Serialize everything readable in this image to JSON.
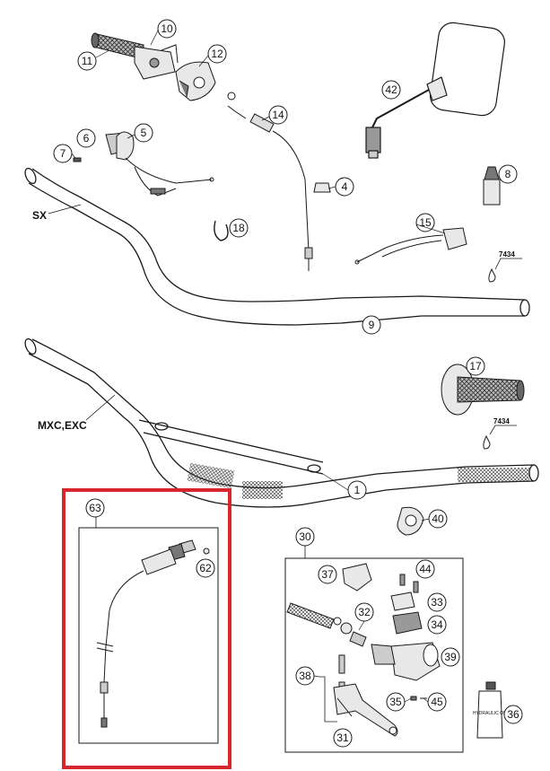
{
  "colors": {
    "line": "#1a1a1a",
    "highlight": "#d7262e",
    "part_fill": "#e8e8e8",
    "dark_fill": "#555555"
  },
  "labels": {
    "sx": "SX",
    "mxc_exc": "MXC,EXC",
    "ref_7434_top": "7434",
    "ref_7434_bottom": "7434",
    "hydraulic_oil": "HYDRAULIC OIL"
  },
  "callouts": {
    "p1": "1",
    "p4": "4",
    "p5": "5",
    "p6": "6",
    "p7": "7",
    "p8": "8",
    "p9": "9",
    "p10": "10",
    "p11": "11",
    "p12": "12",
    "p14": "14",
    "p15": "15",
    "p17": "17",
    "p18": "18",
    "p30": "30",
    "p31": "31",
    "p32": "32",
    "p33": "33",
    "p34": "34",
    "p35": "35",
    "p36": "36",
    "p37": "37",
    "p38": "38",
    "p39": "39",
    "p40": "40",
    "p42": "42",
    "p44": "44",
    "p45": "45",
    "p62": "62",
    "p63": "63"
  }
}
